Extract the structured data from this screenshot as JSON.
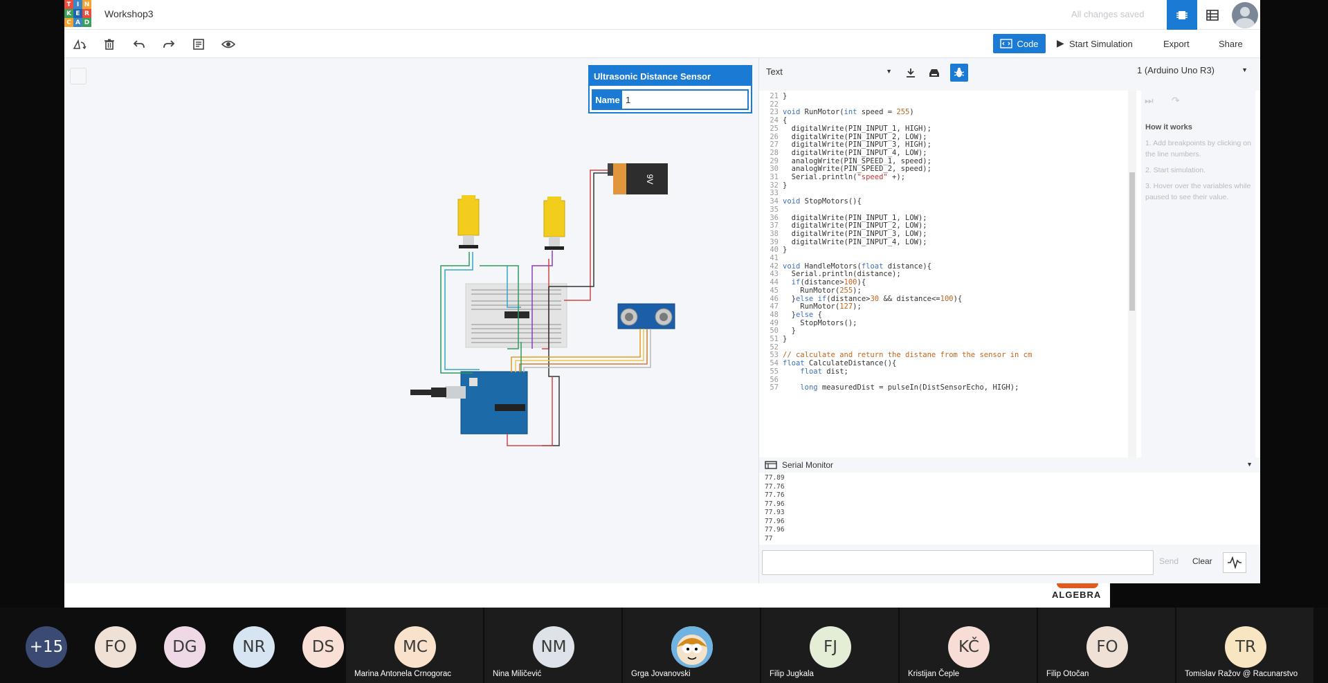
{
  "app": {
    "logo_letters": [
      "T",
      "I",
      "N",
      "K",
      "E",
      "R",
      "C",
      "A",
      "D"
    ],
    "logo_colors": [
      "#e84d3d",
      "#3b86c7",
      "#f6a22e",
      "#3aa15b",
      "#1f63ae",
      "#e84d3d",
      "#f6a22e",
      "#3b86c7",
      "#3aa15b"
    ],
    "title": "Workshop3",
    "save_status": "All changes saved"
  },
  "toolbar": {
    "code_label": "Code",
    "start_simulation_label": "Start Simulation",
    "export_label": "Export",
    "share_label": "Share"
  },
  "inspector": {
    "title": "Ultrasonic Distance Sensor",
    "name_label": "Name",
    "name_value": "1"
  },
  "code_panel": {
    "mode": "Text",
    "board": "1 (Arduino Uno R3)",
    "accent": "#1a7ad4"
  },
  "code_lines": [
    {
      "n": "21",
      "t": "}"
    },
    {
      "n": "22",
      "t": ""
    },
    {
      "n": "23",
      "t": "void RunMotor(int speed = 255)"
    },
    {
      "n": "24",
      "t": "{"
    },
    {
      "n": "25",
      "t": "  digitalWrite(PIN_INPUT_1, HIGH);"
    },
    {
      "n": "26",
      "t": "  digitalWrite(PIN_INPUT_2, LOW);"
    },
    {
      "n": "27",
      "t": "  digitalWrite(PIN_INPUT_3, HIGH);"
    },
    {
      "n": "28",
      "t": "  digitalWrite(PIN_INPUT_4, LOW);"
    },
    {
      "n": "29",
      "t": "  analogWrite(PIN_SPEED_1, speed);"
    },
    {
      "n": "30",
      "t": "  analogWrite(PIN_SPEED_2, speed);"
    },
    {
      "n": "31",
      "t": "  Serial.println(\"speed\" +);"
    },
    {
      "n": "32",
      "t": "}"
    },
    {
      "n": "33",
      "t": ""
    },
    {
      "n": "34",
      "t": "void StopMotors(){"
    },
    {
      "n": "35",
      "t": ""
    },
    {
      "n": "36",
      "t": "  digitalWrite(PIN_INPUT_1, LOW);"
    },
    {
      "n": "37",
      "t": "  digitalWrite(PIN_INPUT_2, LOW);"
    },
    {
      "n": "38",
      "t": "  digitalWrite(PIN_INPUT_3, LOW);"
    },
    {
      "n": "39",
      "t": "  digitalWrite(PIN_INPUT_4, LOW);"
    },
    {
      "n": "40",
      "t": "}"
    },
    {
      "n": "41",
      "t": ""
    },
    {
      "n": "42",
      "t": "void HandleMotors(float distance){"
    },
    {
      "n": "43",
      "t": "  Serial.println(distance);"
    },
    {
      "n": "44",
      "t": "  if(distance>100){"
    },
    {
      "n": "45",
      "t": "    RunMotor(255);"
    },
    {
      "n": "46",
      "t": "  }else if(distance>30 && distance<=100){"
    },
    {
      "n": "47",
      "t": "    RunMotor(127);"
    },
    {
      "n": "48",
      "t": "  }else {"
    },
    {
      "n": "49",
      "t": "    StopMotors();"
    },
    {
      "n": "50",
      "t": "  }"
    },
    {
      "n": "51",
      "t": "}"
    },
    {
      "n": "52",
      "t": ""
    },
    {
      "n": "53",
      "t": "// calculate and return the distane from the sensor in cm"
    },
    {
      "n": "54",
      "t": "float CalculateDistance(){"
    },
    {
      "n": "55",
      "t": "    float dist;"
    },
    {
      "n": "56",
      "t": ""
    },
    {
      "n": "57",
      "t": "    long measuredDist = pulseIn(DistSensorEcho, HIGH);"
    }
  ],
  "help": {
    "title": "How it works",
    "steps": [
      "1. Add breakpoints by clicking on the line numbers.",
      "2. Start simulation.",
      "3. Hover over the variables while paused to see their value."
    ]
  },
  "serial": {
    "title": "Serial Monitor",
    "values": [
      "77.89",
      "77.76",
      "77.76",
      "77.96",
      "77.93",
      "77.96",
      "77.96",
      "77"
    ],
    "send_label": "Send",
    "clear_label": "Clear"
  },
  "branding": {
    "algebra": "ALGEBRA"
  },
  "participants": [
    {
      "initials": "+15",
      "name": "",
      "bg": "#3b4a73",
      "fg": "#ffffff",
      "tile": "plain"
    },
    {
      "initials": "FO",
      "name": "",
      "bg": "#efe1d6",
      "fg": "#3a3a3a",
      "tile": "plain"
    },
    {
      "initials": "DG",
      "name": "",
      "bg": "#f0d9e6",
      "fg": "#3a3a3a",
      "tile": "plain"
    },
    {
      "initials": "NR",
      "name": "",
      "bg": "#d7e5f2",
      "fg": "#3a3a3a",
      "tile": "plain"
    },
    {
      "initials": "DS",
      "name": "",
      "bg": "#f8e0d6",
      "fg": "#3a3a3a",
      "tile": "plain"
    },
    {
      "initials": "MC",
      "name": "Marina Antonela Crnogorac",
      "bg": "#f8e2cc",
      "fg": "#3a3a3a",
      "tile": "dark"
    },
    {
      "initials": "NM",
      "name": "Nina Miličević",
      "bg": "#dde3e8",
      "fg": "#3a3a3a",
      "tile": "dark"
    },
    {
      "initials": "",
      "name": "Grga Jovanovski",
      "bg": "#ffffff",
      "fg": "#3a3a3a",
      "tile": "dark",
      "cartoon": true
    },
    {
      "initials": "FJ",
      "name": "Filip Jugkala",
      "bg": "#e4edd5",
      "fg": "#3a3a3a",
      "tile": "dark"
    },
    {
      "initials": "KČ",
      "name": "Kristijan Čeple",
      "bg": "#f8dcd6",
      "fg": "#3a3a3a",
      "tile": "dark"
    },
    {
      "initials": "FO",
      "name": "Filip Otočan",
      "bg": "#efe1d6",
      "fg": "#3a3a3a",
      "tile": "dark"
    },
    {
      "initials": "TR",
      "name": "Tomislav Ražov @ Racunarstvo",
      "bg": "#f8e6c2",
      "fg": "#3a3a3a",
      "tile": "dark"
    }
  ]
}
